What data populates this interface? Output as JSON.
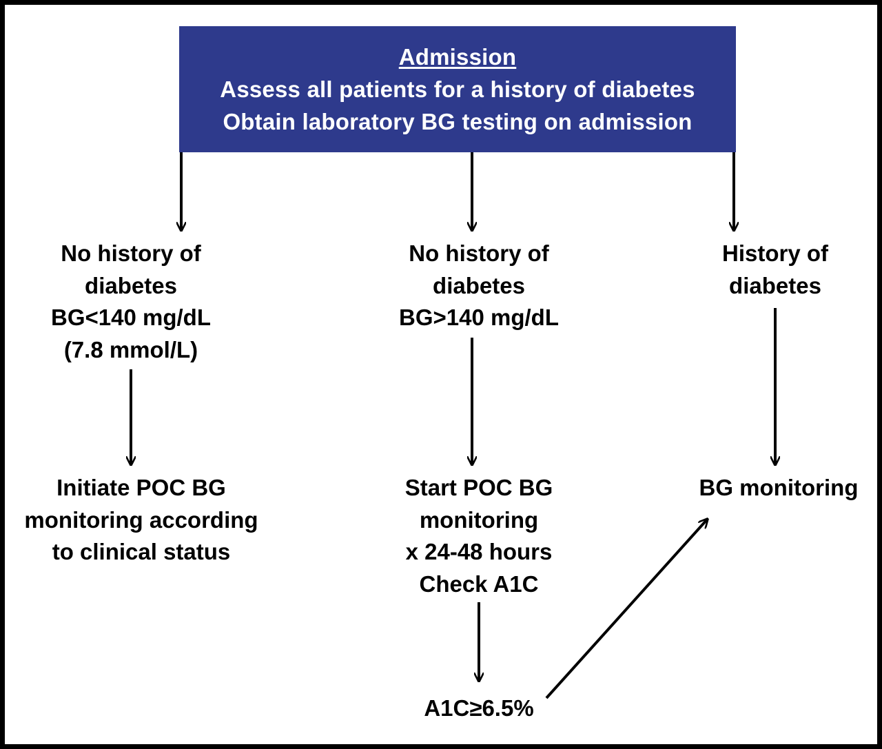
{
  "diagram": {
    "colors": {
      "header_fill": "#2e3a8c",
      "header_text": "#ffffff",
      "text": "#000000",
      "arrow": "#000000",
      "frame": "#000000"
    },
    "admission": {
      "title": "Admission",
      "line1": "Assess all patients for a history of diabetes",
      "line2": "Obtain laboratory BG testing on admission"
    },
    "left_branch": {
      "condition": [
        "No history of",
        "diabetes",
        "BG<140 mg/dL",
        "(7.8 mmol/L)"
      ],
      "action": [
        "Initiate POC BG",
        "monitoring according",
        "to clinical status"
      ]
    },
    "middle_branch": {
      "condition": [
        "No history of",
        "diabetes",
        "BG>140 mg/dL"
      ],
      "action": [
        "Start POC BG",
        "monitoring",
        "x 24-48 hours",
        "Check A1C"
      ],
      "result": "A1C≥6.5%"
    },
    "right_branch": {
      "condition": [
        "History of",
        "diabetes"
      ],
      "action": "BG monitoring"
    }
  }
}
